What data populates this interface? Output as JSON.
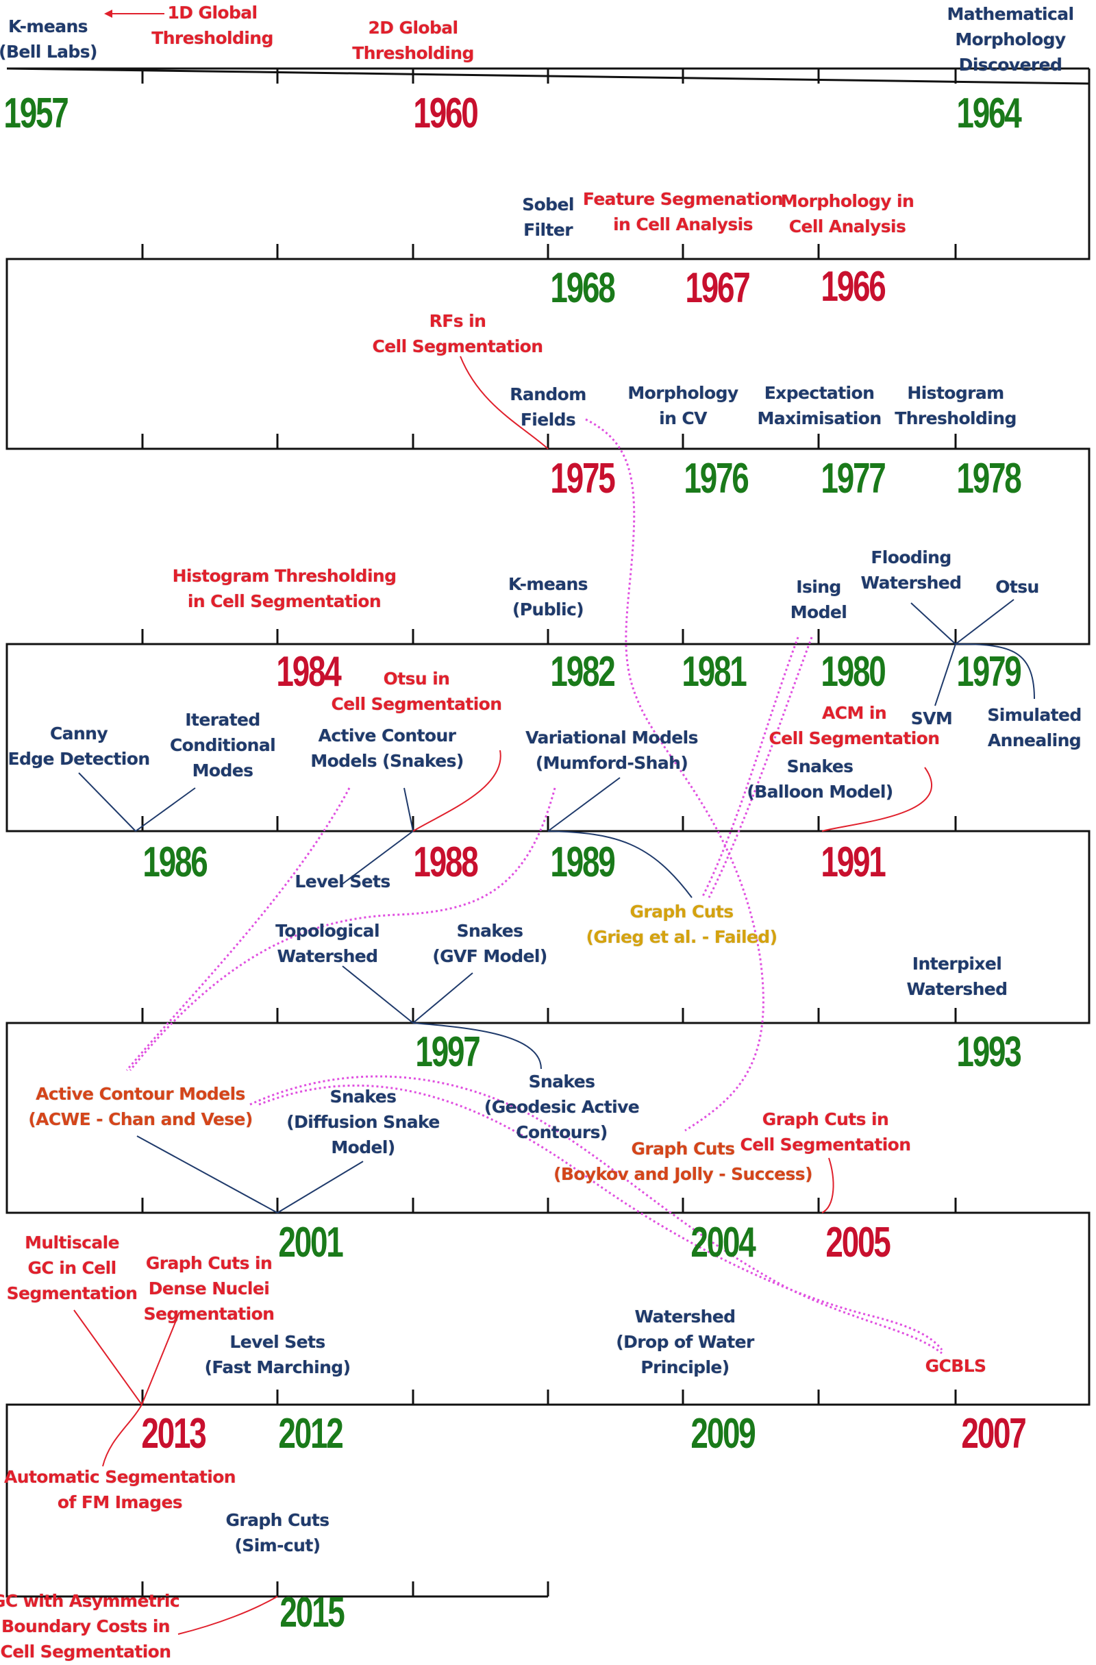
{
  "colors": {
    "navy": "#1f3a6b",
    "red": "#e0202c",
    "dark_red": "#c8102e",
    "green": "#1a7a1a",
    "gold": "#d4a20f",
    "orange_red": "#d4451a",
    "magenta": "#e050e0",
    "line": "#111111"
  },
  "years": {
    "y1957": "1957",
    "y1960": "1960",
    "y1964": "1964",
    "y1968": "1968",
    "y1967": "1967",
    "y1966": "1966",
    "y1975": "1975",
    "y1976": "1976",
    "y1977": "1977",
    "y1978": "1978",
    "y1984": "1984",
    "y1982": "1982",
    "y1981": "1981",
    "y1980": "1980",
    "y1979": "1979",
    "y1986": "1986",
    "y1988": "1988",
    "y1989": "1989",
    "y1991": "1991",
    "y1997": "1997",
    "y1993": "1993",
    "y2001": "2001",
    "y2004": "2004",
    "y2005": "2005",
    "y2013": "2013",
    "y2012": "2012",
    "y2009": "2009",
    "y2007": "2007",
    "y2015": "2015"
  },
  "events": {
    "kmeans_bell": [
      "K-means",
      "(Bell Labs)"
    ],
    "global_1d": [
      "1D Global",
      "Thresholding"
    ],
    "global_2d": [
      "2D Global",
      "Thresholding"
    ],
    "math_morph": [
      "Mathematical",
      "Morphology",
      "Discovered"
    ],
    "sobel": [
      "Sobel",
      "Filter"
    ],
    "feature_seg": [
      "Feature Segmenation",
      "in Cell Analysis"
    ],
    "morph_cell": [
      "Morphology in",
      "Cell Analysis"
    ],
    "rfs_cell": [
      "RFs in",
      "Cell Segmentation"
    ],
    "random_fields": [
      "Random",
      "Fields"
    ],
    "morph_cv": [
      "Morphology",
      "in CV"
    ],
    "expectation": [
      "Expectation",
      "Maximisation"
    ],
    "hist_thresh": [
      "Histogram",
      "Thresholding"
    ],
    "hist_cell": [
      "Histogram Thresholding",
      "in Cell Segmentation"
    ],
    "kmeans_public": [
      "K-means",
      "(Public)"
    ],
    "ising": [
      "Ising",
      "Model"
    ],
    "flooding": [
      "Flooding",
      "Watershed"
    ],
    "otsu": [
      "Otsu"
    ],
    "svm": [
      "SVM"
    ],
    "sim_anneal": [
      "Simulated",
      "Annealing"
    ],
    "canny": [
      "Canny",
      "Edge Detection"
    ],
    "icm": [
      "Iterated",
      "Conditional",
      "Modes"
    ],
    "otsu_cell": [
      "Otsu in",
      "Cell Segmentation"
    ],
    "acm_snakes": [
      "Active Contour",
      "Models (Snakes)"
    ],
    "variational": [
      "Variational Models",
      "(Mumford-Shah)"
    ],
    "acm_cell": [
      "ACM in",
      "Cell Segmentation"
    ],
    "balloon": [
      "Snakes",
      "(Balloon Model)"
    ],
    "level_sets": [
      "Level Sets"
    ],
    "gc_grieg": [
      "Graph Cuts",
      "(Grieg et al. - Failed)"
    ],
    "topo_ws": [
      "Topological",
      "Watershed"
    ],
    "gvf": [
      "Snakes",
      "(GVF Model)"
    ],
    "interpixel": [
      "Interpixel",
      "Watershed"
    ],
    "acwe": [
      "Active Contour Models",
      "(ACWE - Chan and Vese)"
    ],
    "diffusion": [
      "Snakes",
      "(Diffusion Snake",
      "Model)"
    ],
    "geodesic": [
      "Snakes",
      "(Geodesic Active",
      "Contours)"
    ],
    "gc_boykov": [
      "Graph Cuts",
      "(Boykov and Jolly - Success)"
    ],
    "gc_cell": [
      "Graph Cuts in",
      "Cell Segmentation"
    ],
    "multiscale": [
      "Multiscale",
      "GC in Cell",
      "Segmentation"
    ],
    "gc_dense": [
      "Graph Cuts in",
      "Dense Nuclei",
      "Segmentation"
    ],
    "fast_march": [
      "Level Sets",
      "(Fast Marching)"
    ],
    "ws_drop": [
      "Watershed",
      "(Drop of Water",
      "Principle)"
    ],
    "gcbls": [
      "GCBLS"
    ],
    "auto_fm": [
      "Automatic Segmentation",
      "of FM Images"
    ],
    "simcut": [
      "Graph Cuts",
      "(Sim-cut)"
    ],
    "gc_asym": [
      "GC with Asymmetric",
      "Boundary Costs in",
      "Cell Segmentation"
    ]
  }
}
